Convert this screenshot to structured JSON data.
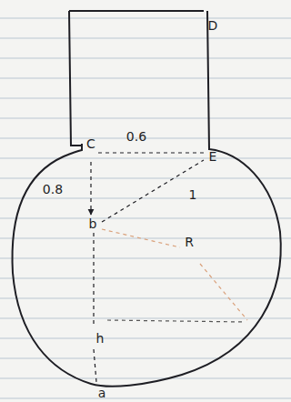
{
  "diagram": {
    "labels": [
      "D",
      "C",
      "0.6",
      "E",
      "0.8",
      "1",
      "b",
      "R",
      "h",
      "a"
    ]
  }
}
